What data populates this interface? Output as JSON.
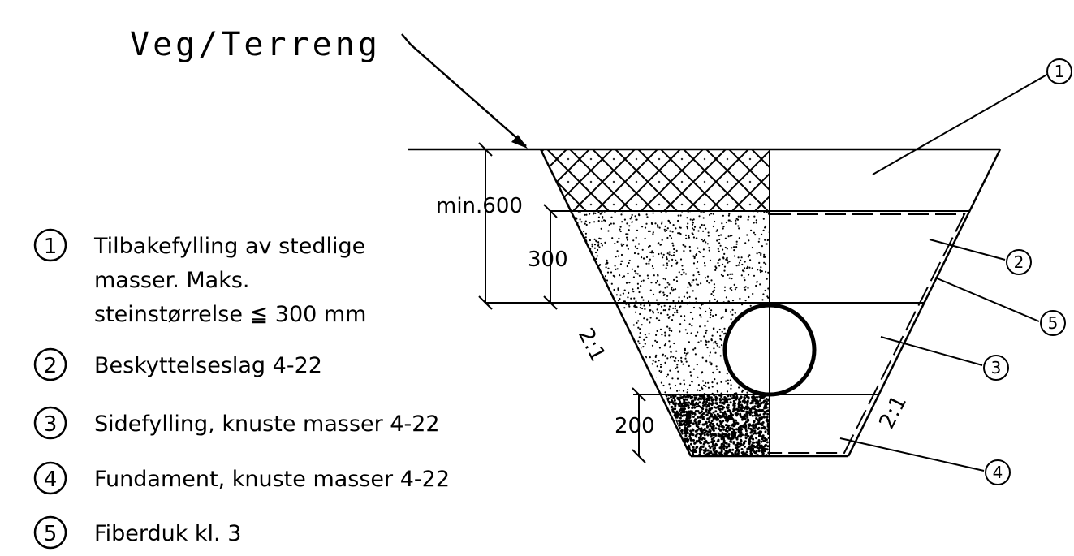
{
  "title": "Veg/Terreng",
  "dimensions": {
    "min_depth": "min.600",
    "protection_layer": "300",
    "foundation": "200"
  },
  "slopes": {
    "left": "2:1",
    "right": "2:1"
  },
  "legend": [
    {
      "number": "1",
      "lines": [
        "Tilbakefylling av stedlige",
        "masser. Maks.",
        "steinstørrelse ≦ 300 mm"
      ]
    },
    {
      "number": "2",
      "lines": [
        "Beskyttelseslag 4-22"
      ]
    },
    {
      "number": "3",
      "lines": [
        "Sidefylling, knuste masser 4-22"
      ]
    },
    {
      "number": "4",
      "lines": [
        "Fundament, knuste masser 4-22"
      ]
    },
    {
      "number": "5",
      "lines": [
        "Fiberduk kl. 3"
      ]
    }
  ],
  "callouts": [
    "1",
    "2",
    "5",
    "3",
    "4"
  ]
}
